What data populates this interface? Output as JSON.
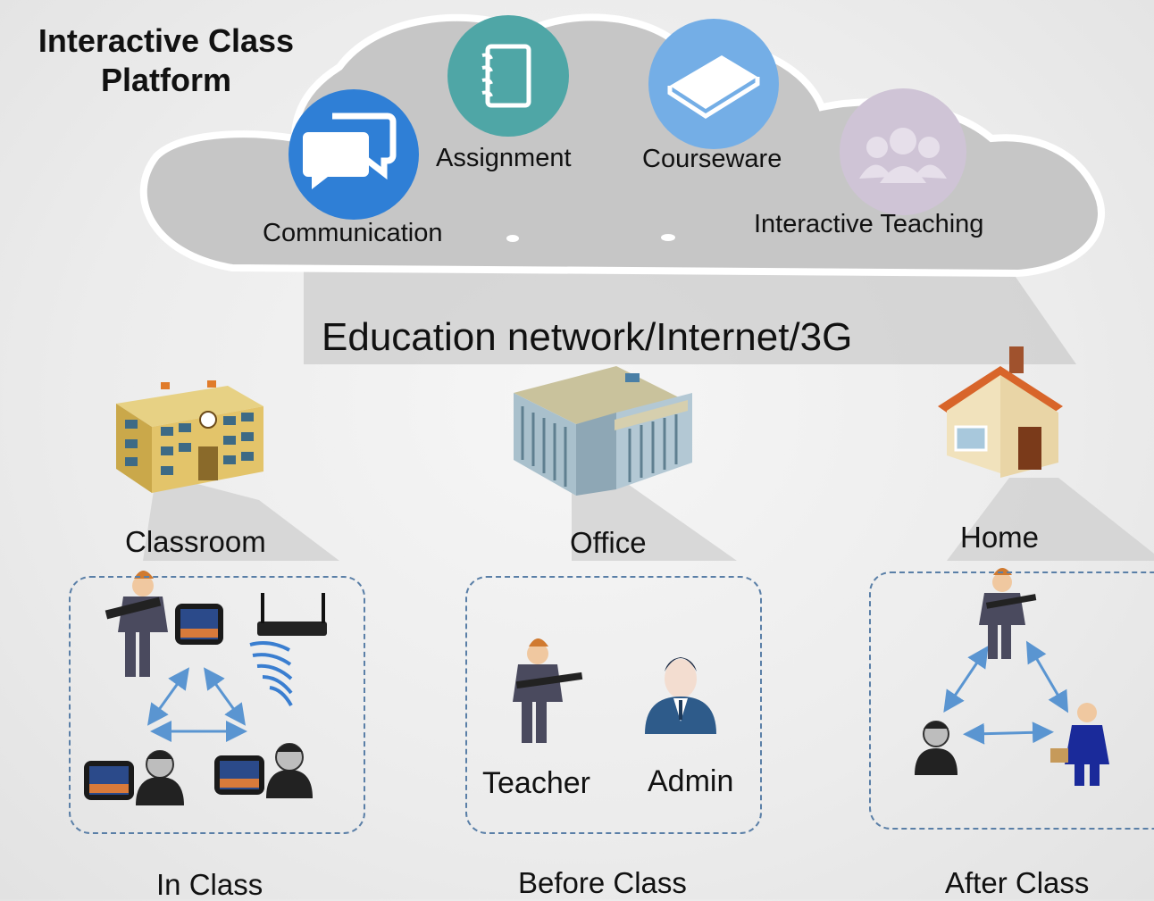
{
  "platform_title": "Interactive Class Platform",
  "services": {
    "communication": "Communication",
    "assignment": "Assignment",
    "courseware": "Courseware",
    "interactive_teaching": "Interactive Teaching"
  },
  "network_label": "Education network/Internet/3G",
  "locations": {
    "classroom": "Classroom",
    "office": "Office",
    "home": "Home"
  },
  "roles": {
    "teacher": "Teacher",
    "admin": "Admin"
  },
  "phases": {
    "in_class": "In Class",
    "before_class": "Before Class",
    "after_class": "After Class"
  },
  "colors": {
    "communication": "#2f7fd6",
    "assignment": "#4fa6a6",
    "courseware": "#74aee6",
    "interactive_teaching": "#cfc4d6",
    "arrow": "#5a95d1",
    "dashed_box": "#5a7fa7"
  },
  "icons": [
    "chat-bubbles-icon",
    "notebook-icon",
    "book-icon",
    "people-group-icon",
    "school-building-icon",
    "office-building-icon",
    "house-icon",
    "teacher-icon",
    "tablet-icon",
    "router-icon",
    "wifi-signal-icon",
    "student-icon",
    "admin-icon",
    "businessman-icon"
  ]
}
